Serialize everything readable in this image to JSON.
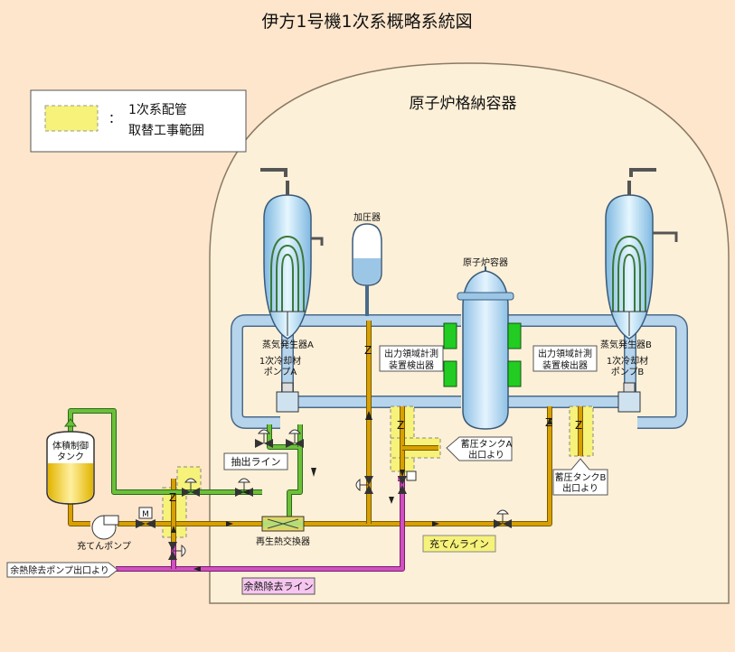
{
  "title": "伊方1号機1次系概略系統図",
  "legend": {
    "line1": "1次系配管",
    "line2": "取替工事範囲",
    "colon": "："
  },
  "containment_label": "原子炉格納容器",
  "components": {
    "pressurizer": "加圧器",
    "reactor_vessel": "原子炉容器",
    "sg_a": "蒸気発生器A",
    "sg_b": "蒸気発生器B",
    "pump_a_line1": "1次冷却材",
    "pump_a_line2": "ポンプA",
    "pump_b_line1": "1次冷却材",
    "pump_b_line2": "ポンプB",
    "detector_left_line1": "出力領域計測",
    "detector_left_line2": "装置検出器",
    "detector_right_line1": "出力領域計測",
    "detector_right_line2": "装置検出器",
    "accumulator_a_line1": "蓄圧タンクA",
    "accumulator_a_line2": "出口より",
    "accumulator_b_line1": "蓄圧タンクB",
    "accumulator_b_line2": "出口より",
    "vct_line1": "体積制御",
    "vct_line2": "タンク",
    "charging_pump": "充てんポンプ",
    "regen_hx": "再生熱交換器",
    "letdown_line": "抽出ライン",
    "charging_line": "充てんライン",
    "rhr_line": "余熱除去ライン",
    "rhr_pump_outlet": "余熱除去ポンプ出口より",
    "motor_mark": "M"
  },
  "colors": {
    "background": "#fde6cc",
    "containment": "#fdf0d8",
    "primary_pipe": "#b6d4ec",
    "charging_pipe": "#d8a000",
    "letdown_pipe": "#6dbf3a",
    "rhr_pipe": "#d050c0",
    "replacement_zone": "#f6f27a",
    "detector": "#22cc22"
  }
}
